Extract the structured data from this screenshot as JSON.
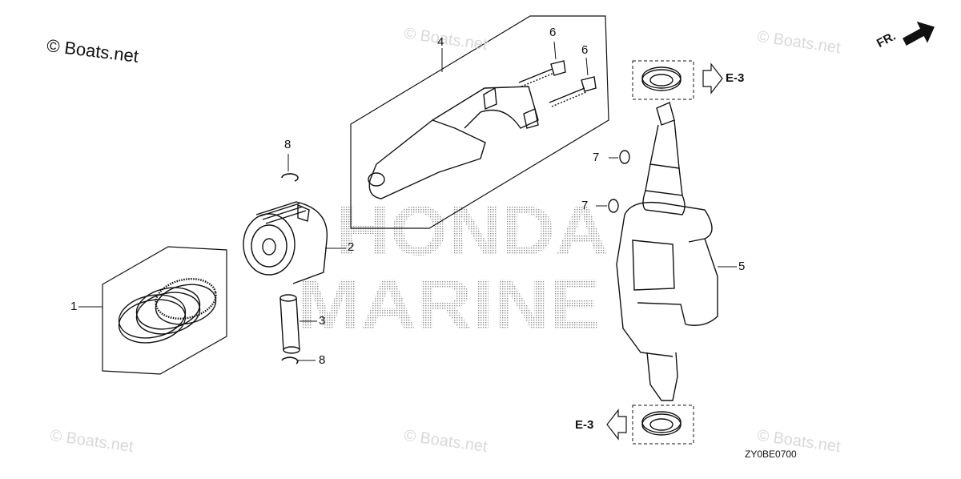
{
  "copyright": "© Boats.net",
  "watermark": "© Boats.net",
  "brand": {
    "line1": "HONDA",
    "line2": "MARINE"
  },
  "drawing_code": "ZY0BE0700",
  "front_indicator": "FR.",
  "refs": {
    "top": "E-3",
    "bottom": "E-3"
  },
  "callouts": {
    "c1": "1",
    "c2": "2",
    "c3": "3",
    "c4": "4",
    "c5": "5",
    "c6a": "6",
    "c6b": "6",
    "c7a": "7",
    "c7b": "7",
    "c8a": "8",
    "c8b": "8"
  },
  "colors": {
    "ink": "#111111",
    "watermark": "#d9d9d9",
    "dots": "#9a9a9a"
  }
}
